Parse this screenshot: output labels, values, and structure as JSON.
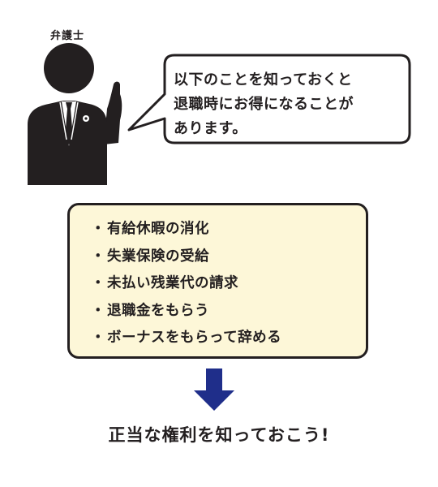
{
  "speaker": {
    "role": "弁護士"
  },
  "speech": {
    "lines": [
      "以下のことを知っておくと",
      "退職時にお得になることが",
      "あります。"
    ]
  },
  "list": {
    "bullet": "・",
    "items": [
      "有給休暇の消化",
      "失業保険の受給",
      "未払い残業代の請求",
      "退職金をもらう",
      "ボーナスをもらって辞める"
    ]
  },
  "conclusion": "正当な権利を知っておこう!",
  "colors": {
    "ink": "#231f20",
    "box_fill": "#fdf7d8",
    "arrow": "#1f2e8a"
  }
}
